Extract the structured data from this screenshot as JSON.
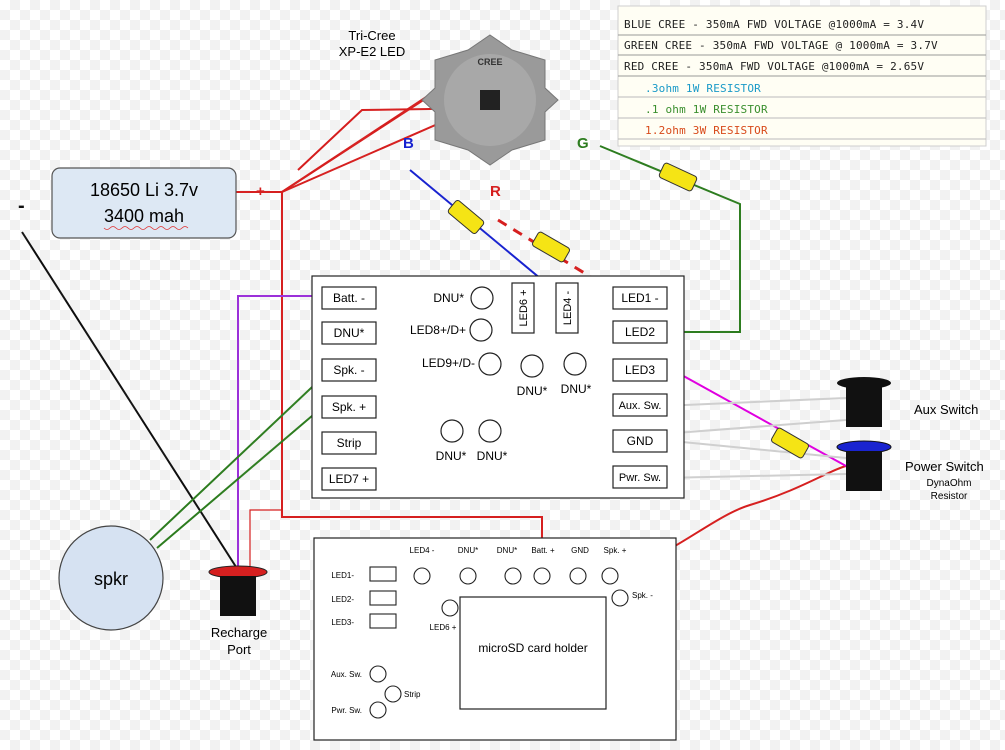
{
  "led_star": {
    "title_line1": "Tri-Cree",
    "title_line2": "XP-E2 LED",
    "chip_text": "CREE"
  },
  "wire_labels": {
    "blue": "B",
    "red": "R",
    "green": "G",
    "plus": "+",
    "minus": "-"
  },
  "battery": {
    "line1": "18650 Li 3.7v",
    "line2": "3400 mah"
  },
  "notes": {
    "lines": [
      "BLUE CREE - 350mA FWD VOLTAGE @1000mA = 3.4V",
      "GREEN CREE - 350mA FWD VOLTAGE @ 1000mA = 3.7V",
      "RED CREE - 350mA FWD VOLTAGE @1000mA = 2.65V",
      ".3ohm 1W RESISTOR",
      ".1 ohm 1W RESISTOR",
      "1.2ohm 3W RESISTOR"
    ]
  },
  "upper_board": {
    "left_pads": [
      "Batt. -",
      "DNU*",
      "Spk. -",
      "Spk. +",
      "Strip",
      "LED7 +"
    ],
    "right_pads": [
      "LED1 -",
      "LED2",
      "LED3",
      "Aux. Sw.",
      "GND",
      "Pwr. Sw."
    ],
    "holes": [
      "DNU*",
      "LED8+/D+",
      "LED9+/D-",
      "DNU*",
      "DNU*",
      "DNU*",
      "DNU*"
    ],
    "vertical_pads": [
      "LED6 +",
      "LED4 -"
    ]
  },
  "lower_board": {
    "top_labels": [
      "LED4 -",
      "DNU*",
      "DNU*",
      "Batt. +",
      "GND",
      "Spk. +"
    ],
    "left_labels": [
      "LED1-",
      "LED2-",
      "LED3-"
    ],
    "led6": "LED6 +",
    "spk_minus": "Spk. -",
    "sd_label": "microSD card holder",
    "aux": "Aux. Sw.",
    "strip": "Strip",
    "pwr": "Pwr. Sw."
  },
  "components": {
    "speaker": "spkr",
    "recharge_line1": "Recharge",
    "recharge_line2": "Port",
    "aux_switch": "Aux Switch",
    "power_switch": "Power Switch",
    "dynaohm_line1": "DynaOhm",
    "dynaohm_line2": "Resistor"
  },
  "colors": {
    "red_wire": "#d62020",
    "blue_wire": "#1a24d0",
    "green_wire": "#2e7d20",
    "magenta_wire": "#e000e0",
    "purple_wire": "#9b30d9",
    "resistor": "#f5e415",
    "battery_fill": "#dde8f4",
    "speaker_fill": "#d6e2f2"
  }
}
